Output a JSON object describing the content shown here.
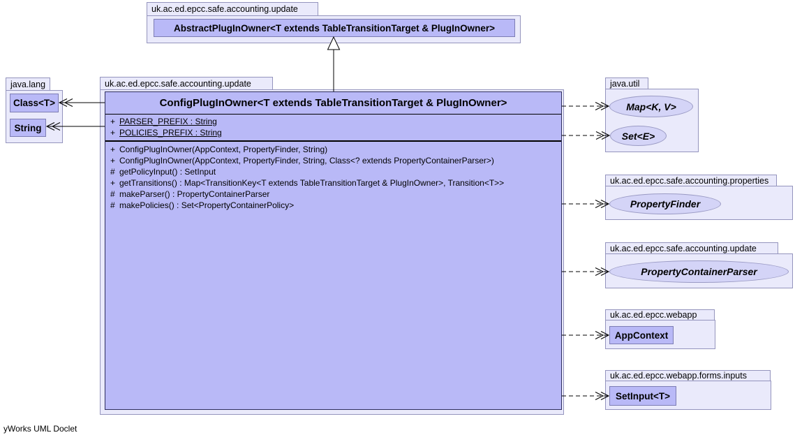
{
  "diagram": {
    "footer": "yWorks UML Doclet",
    "colors": {
      "package_fill": "#eaeafb",
      "package_border": "#9494bd",
      "class_fill": "#b9b9f7",
      "class_border": "#7d7db4",
      "main_class_border": "#2e2e5e",
      "interface_fill": "#d4d4f7",
      "arrow": "#000000"
    },
    "top_package": {
      "name": "uk.ac.ed.epcc.safe.accounting.update",
      "class_name": "AbstractPlugInOwner<T extends TableTransitionTarget & PlugInOwner>"
    },
    "java_lang_package": {
      "name": "java.lang",
      "classes": [
        {
          "name": "Class<T>"
        },
        {
          "name": "String"
        }
      ]
    },
    "main_package": {
      "name": "uk.ac.ed.epcc.safe.accounting.update",
      "class": {
        "title": "ConfigPlugInOwner<T extends TableTransitionTarget & PlugInOwner>",
        "attributes": [
          {
            "vis": "+",
            "decl": "PARSER_PREFIX : String",
            "static": true
          },
          {
            "vis": "+",
            "decl": "POLICIES_PREFIX : String",
            "static": true
          }
        ],
        "methods": [
          {
            "vis": "+",
            "decl": "ConfigPlugInOwner(AppContext, PropertyFinder, String)"
          },
          {
            "vis": "+",
            "decl": "ConfigPlugInOwner(AppContext, PropertyFinder, String, Class<? extends PropertyContainerParser>)"
          },
          {
            "vis": "#",
            "decl": "getPolicyInput() : SetInput"
          },
          {
            "vis": "+",
            "decl": "getTransitions() : Map<TransitionKey<T extends TableTransitionTarget & PlugInOwner>, Transition<T>>"
          },
          {
            "vis": "#",
            "decl": "makeParser() : PropertyContainerParser"
          },
          {
            "vis": "#",
            "decl": "makePolicies() : Set<PropertyContainerPolicy>"
          }
        ]
      }
    },
    "java_util_package": {
      "name": "java.util",
      "interfaces": [
        {
          "name": "Map<K, V>"
        },
        {
          "name": "Set<E>"
        }
      ]
    },
    "properties_package": {
      "name": "uk.ac.ed.epcc.safe.accounting.properties",
      "interfaces": [
        {
          "name": "PropertyFinder"
        }
      ]
    },
    "update_package": {
      "name": "uk.ac.ed.epcc.safe.accounting.update",
      "interfaces": [
        {
          "name": "PropertyContainerParser"
        }
      ]
    },
    "webapp_package": {
      "name": "uk.ac.ed.epcc.webapp",
      "classes": [
        {
          "name": "AppContext"
        }
      ]
    },
    "inputs_package": {
      "name": "uk.ac.ed.epcc.webapp.forms.inputs",
      "classes": [
        {
          "name": "SetInput<T>"
        }
      ]
    },
    "relationships": [
      {
        "from": "ConfigPlugInOwner",
        "to": "AbstractPlugInOwner",
        "type": "generalization"
      },
      {
        "from": "ConfigPlugInOwner",
        "to": "Class<T>",
        "type": "dependency"
      },
      {
        "from": "ConfigPlugInOwner",
        "to": "String",
        "type": "dependency"
      },
      {
        "from": "ConfigPlugInOwner",
        "to": "Map<K, V>",
        "type": "dependency"
      },
      {
        "from": "ConfigPlugInOwner",
        "to": "Set<E>",
        "type": "dependency"
      },
      {
        "from": "ConfigPlugInOwner",
        "to": "PropertyFinder",
        "type": "dependency"
      },
      {
        "from": "ConfigPlugInOwner",
        "to": "PropertyContainerParser",
        "type": "dependency"
      },
      {
        "from": "ConfigPlugInOwner",
        "to": "AppContext",
        "type": "dependency"
      },
      {
        "from": "ConfigPlugInOwner",
        "to": "SetInput<T>",
        "type": "dependency"
      }
    ]
  }
}
